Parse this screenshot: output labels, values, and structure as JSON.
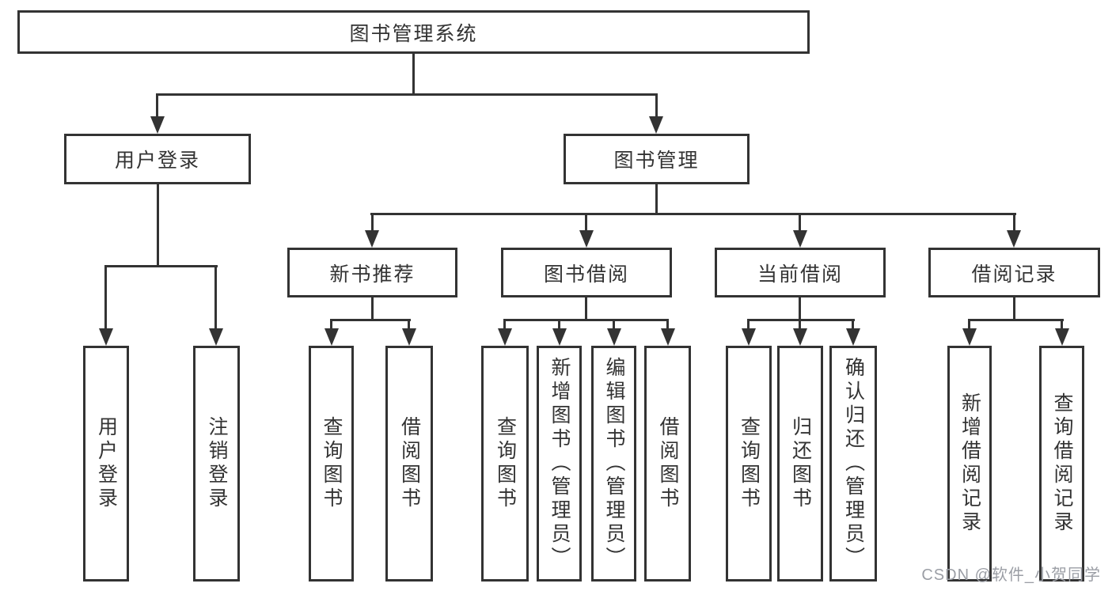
{
  "diagram": {
    "root": "图书管理系统",
    "branches": [
      {
        "label": "用户登录",
        "children": [
          "用户登录",
          "注销登录"
        ]
      },
      {
        "label": "图书管理",
        "children": [
          {
            "label": "新书推荐",
            "children": [
              "查询图书",
              "借阅图书"
            ]
          },
          {
            "label": "图书借阅",
            "children": [
              "查询图书",
              "新增图书（管理员）",
              "编辑图书（管理员）",
              "借阅图书"
            ]
          },
          {
            "label": "当前借阅",
            "children": [
              "查询图书",
              "归还图书",
              "确认归还（管理员）"
            ]
          },
          {
            "label": "借阅记录",
            "children": [
              "新增借阅记录",
              "查询借阅记录"
            ]
          }
        ]
      }
    ],
    "colors": {
      "line": "#333333",
      "box_border": "#333333",
      "box_fill": "#ffffff",
      "text": "#333333",
      "watermark_text": "#9b9ea5",
      "background": "#ffffff"
    }
  },
  "watermark": "CSDN @软件_小贺同学"
}
